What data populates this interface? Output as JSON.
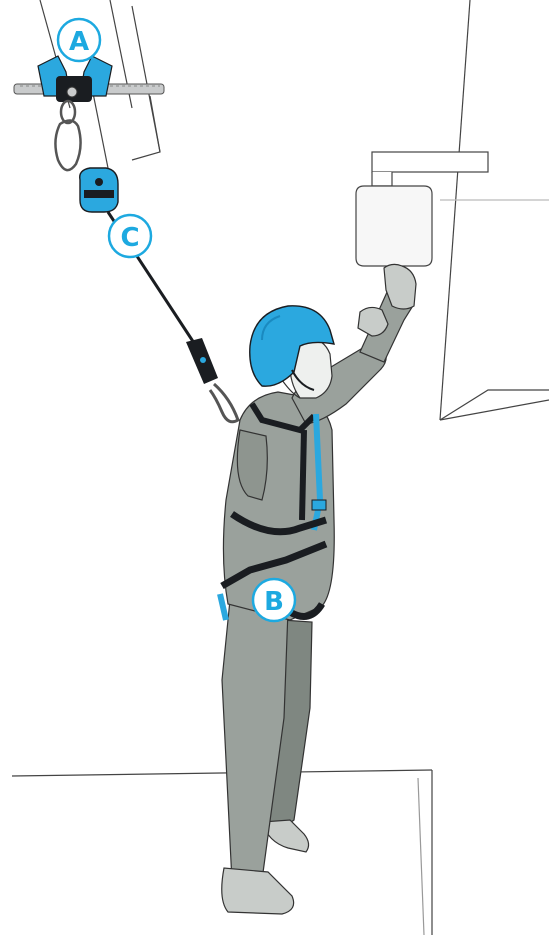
{
  "callouts": [
    {
      "id": "anchor",
      "label": "A"
    },
    {
      "id": "harness",
      "label": "B"
    },
    {
      "id": "retractable-lifeline",
      "label": "C"
    }
  ],
  "colors": {
    "callout_blue": "#1da9e0",
    "equipment_blue": "#2ba8df",
    "equipment_dark": "#1a1d21",
    "worker_gray": "#9aa19c",
    "worker_gray_dark": "#7f8781",
    "line": "#3a3a3a",
    "background": "#ffffff"
  }
}
